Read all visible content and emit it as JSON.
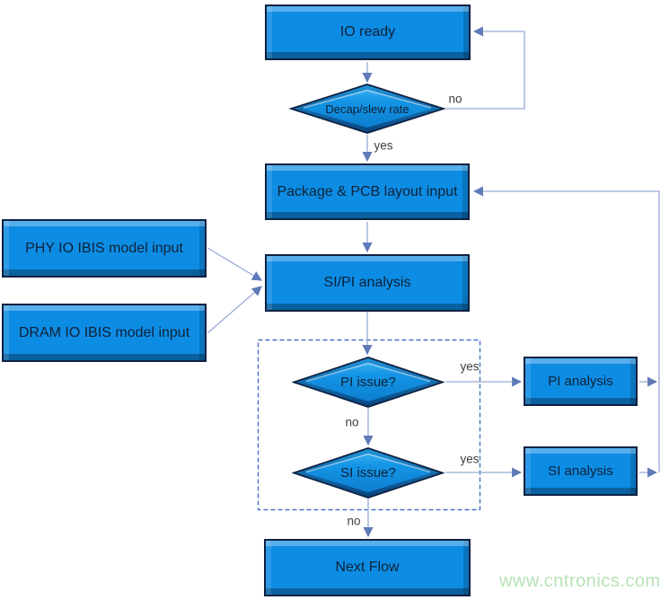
{
  "diagram": {
    "title_hint": "SI/PI analysis flow",
    "nodes": {
      "io_ready": {
        "label": "IO ready",
        "type": "process"
      },
      "decap": {
        "label": "Decap/slew rate",
        "type": "decision"
      },
      "package_pcb": {
        "label": "Package & PCB layout input",
        "type": "process"
      },
      "phy_ibis": {
        "label": "PHY IO IBIS model input",
        "type": "process"
      },
      "dram_ibis": {
        "label": "DRAM IO IBIS model input",
        "type": "process"
      },
      "sipi": {
        "label": "SI/PI analysis",
        "type": "process"
      },
      "pi_issue": {
        "label": "PI issue?",
        "type": "decision"
      },
      "si_issue": {
        "label": "SI issue?",
        "type": "decision"
      },
      "pi_analysis": {
        "label": "PI analysis",
        "type": "process"
      },
      "si_analysis": {
        "label": "SI analysis",
        "type": "process"
      },
      "next_flow": {
        "label": "Next Flow",
        "type": "process"
      }
    },
    "edges": [
      {
        "from": "io_ready",
        "to": "decap",
        "label": ""
      },
      {
        "from": "decap",
        "to": "io_ready",
        "label": "no"
      },
      {
        "from": "decap",
        "to": "package_pcb",
        "label": "yes"
      },
      {
        "from": "package_pcb",
        "to": "sipi",
        "label": ""
      },
      {
        "from": "phy_ibis",
        "to": "sipi",
        "label": ""
      },
      {
        "from": "dram_ibis",
        "to": "sipi",
        "label": ""
      },
      {
        "from": "sipi",
        "to": "pi_issue",
        "label": ""
      },
      {
        "from": "pi_issue",
        "to": "pi_analysis",
        "label": "yes"
      },
      {
        "from": "pi_issue",
        "to": "si_issue",
        "label": "no"
      },
      {
        "from": "si_issue",
        "to": "si_analysis",
        "label": "yes"
      },
      {
        "from": "si_issue",
        "to": "next_flow",
        "label": "no"
      },
      {
        "from": "pi_analysis",
        "to": "package_pcb",
        "label": ""
      },
      {
        "from": "si_analysis",
        "to": "package_pcb",
        "label": ""
      }
    ],
    "colors": {
      "shape_fill": "#0d8ce4",
      "shape_border": "#0e2142",
      "connector_line": "#98abd6",
      "arrowhead": "#5f7ab8",
      "dashed_group_border": "#4472c4",
      "shape_text": "#0f2236",
      "edge_label_text": "#3f3f3f",
      "watermark_color": "#b7e3b7"
    }
  },
  "watermark": {
    "text": "www.cntronics.com"
  }
}
